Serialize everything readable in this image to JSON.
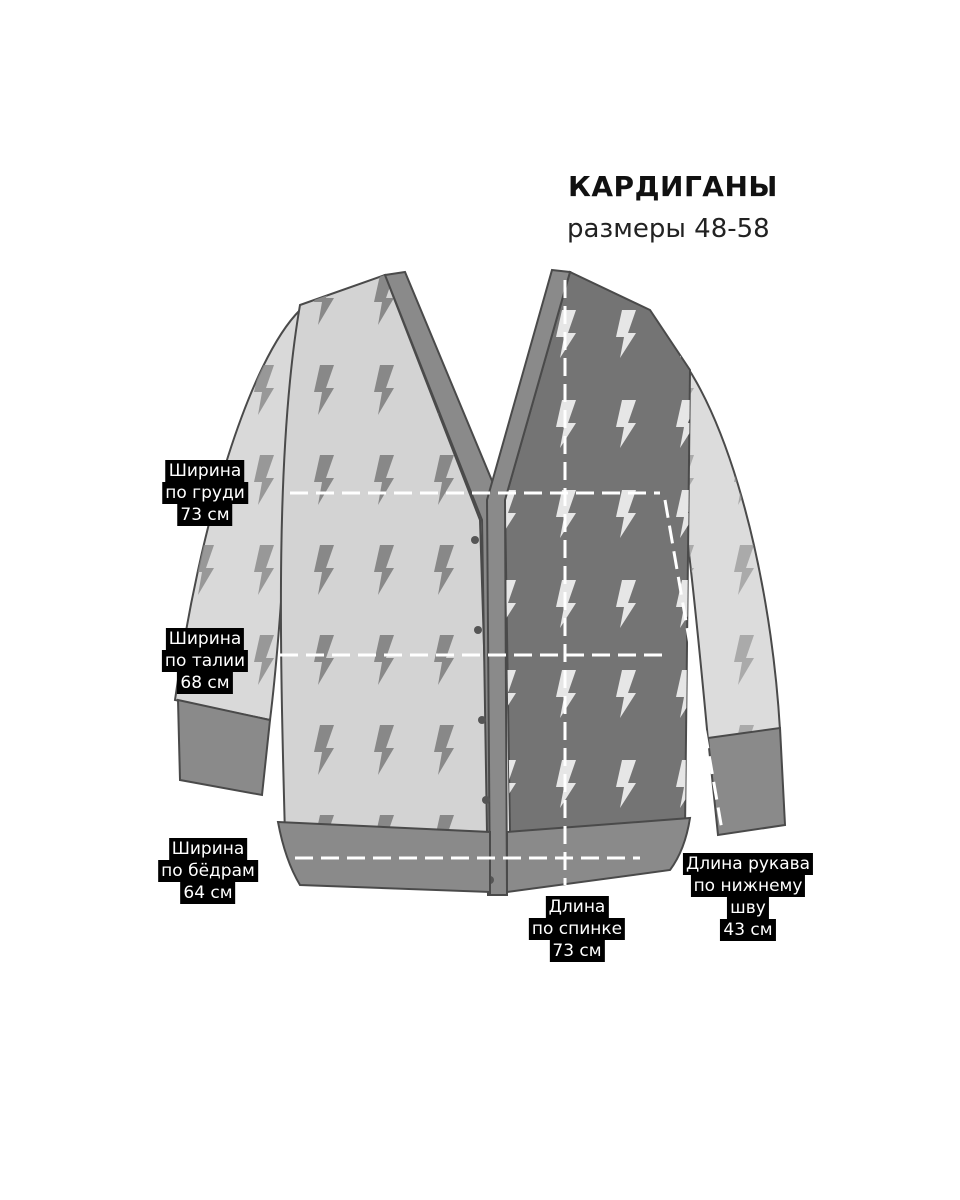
{
  "title": "КАРДИГАНЫ",
  "subtitle": "размеры 48-58",
  "colors": {
    "light_panel": "#d3d3d3",
    "dark_panel": "#747474",
    "rib": "#8a8a8a",
    "outline": "#4a4a4a",
    "label_bg": "#000000"
  },
  "measurements": {
    "chest": {
      "line1": "Ширина",
      "line2": "по груди",
      "value": "73 см"
    },
    "waist": {
      "line1": "Ширина",
      "line2": "по талии",
      "value": "68 см"
    },
    "hips": {
      "line1": "Ширина",
      "line2": "по бёдрам",
      "value": "64 см"
    },
    "back_length": {
      "line1": "Длина",
      "line2": "по спинке",
      "value": "73 см"
    },
    "sleeve_length": {
      "line1": "Длина рукава",
      "line2": "по нижнему",
      "line3": "шву",
      "value": "43 см"
    }
  }
}
